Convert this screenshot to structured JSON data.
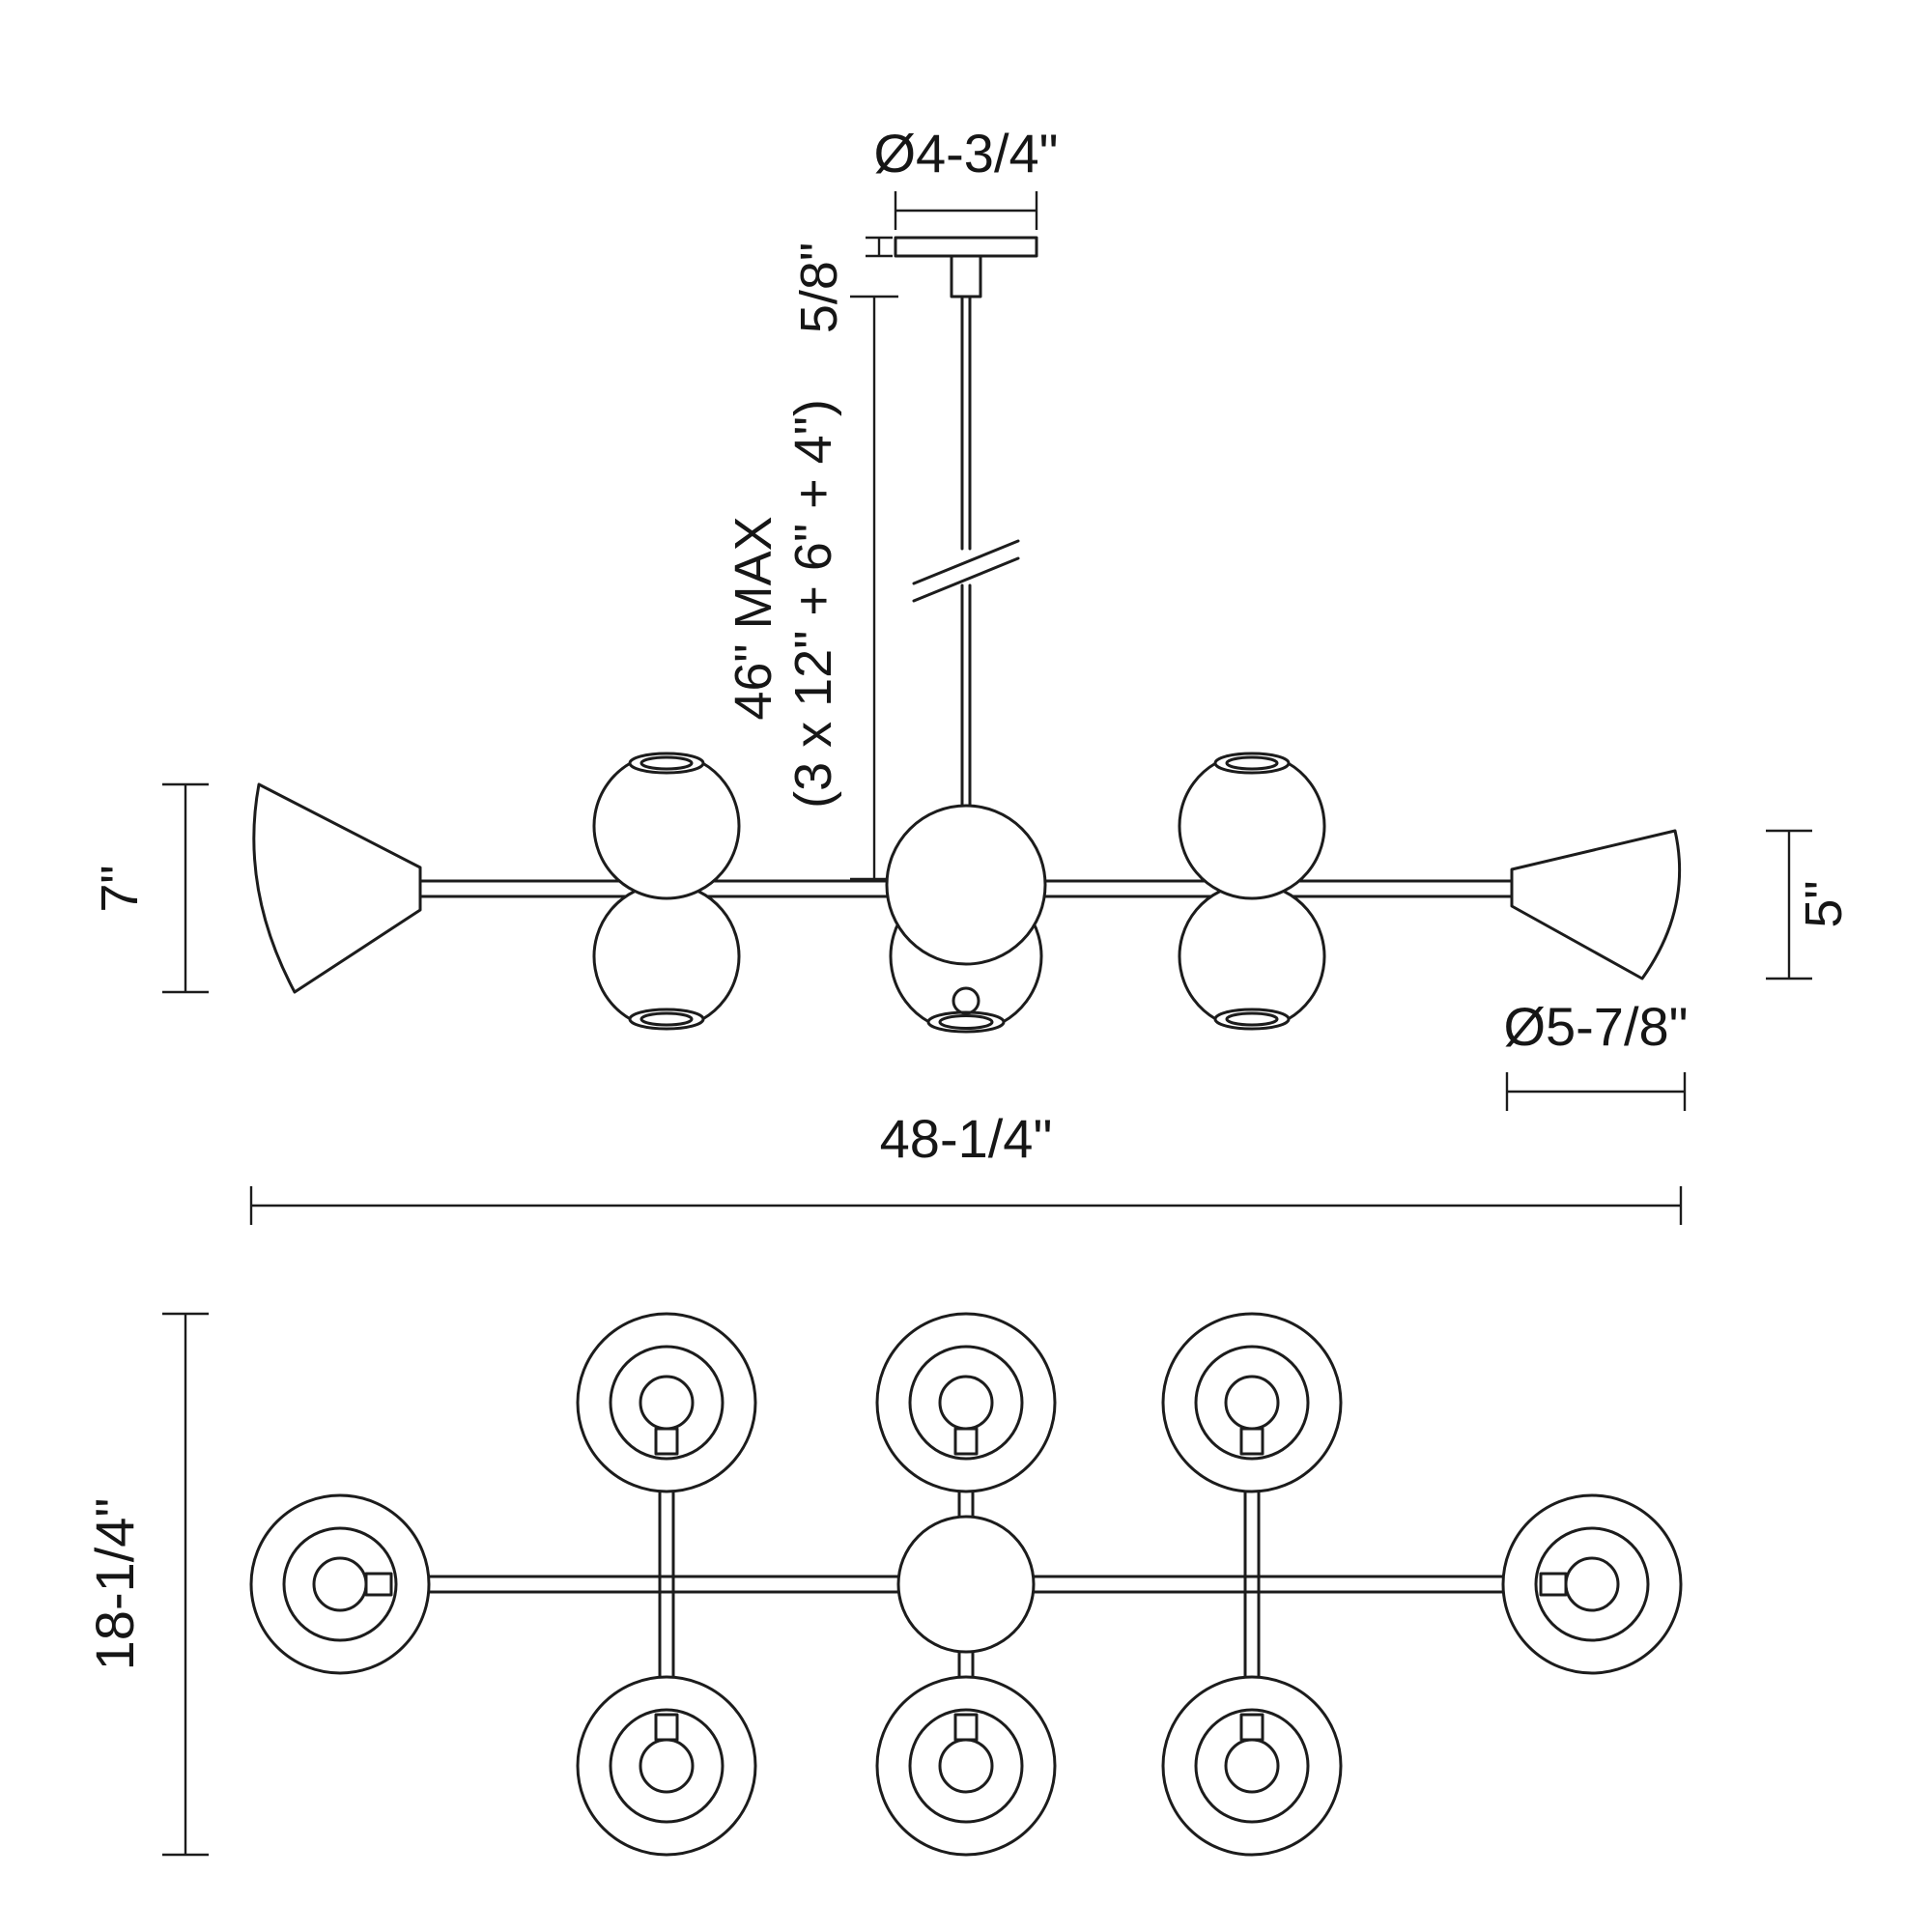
{
  "page": {
    "background": "#ffffff",
    "line_color": "#1c1c1c"
  },
  "drawing": {
    "labels": {
      "canopy_diameter": "Ø4-3/4\"",
      "canopy_height": "5/8\"",
      "suspension_max": "46\" MAX",
      "suspension_breakdown": "(3 x 12\" + 6\" + 4\")",
      "left_shade_height": "7\"",
      "right_shade_height": "5\"",
      "shade_diameter": "Ø5-7/8\"",
      "overall_width": "48-1/4\"",
      "overall_depth": "18-1/4\""
    }
  }
}
